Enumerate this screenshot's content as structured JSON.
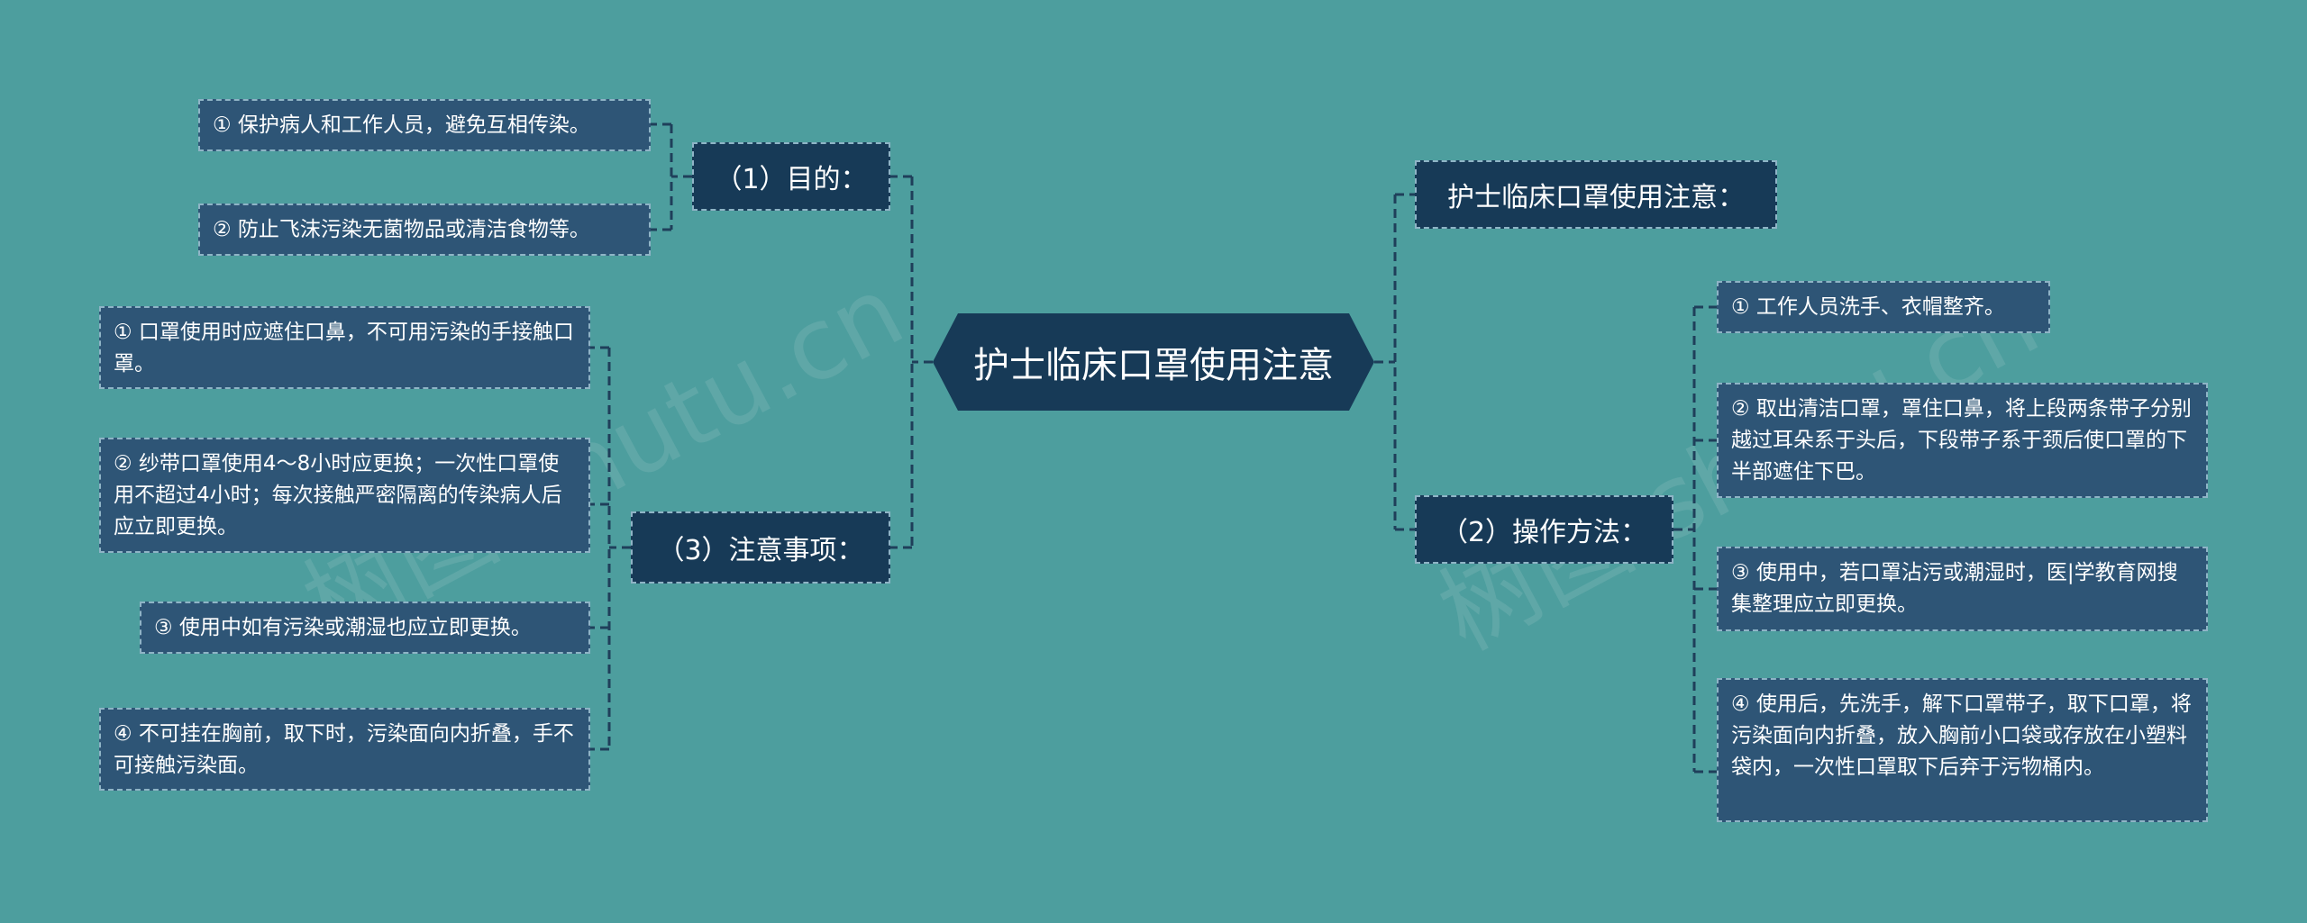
{
  "central": {
    "title": "护士临床口罩使用注意"
  },
  "left_branches": [
    {
      "label": "（1）目的：",
      "items": [
        "① 保护病人和工作人员，避免互相传染。",
        "② 防止飞沫污染无菌物品或清洁食物等。"
      ]
    },
    {
      "label": "（3）注意事项：",
      "items": [
        "① 口罩使用时应遮住口鼻，不可用污染的手接触口罩。",
        "② 纱带口罩使用4～8小时应更换；一次性口罩使用不超过4小时；每次接触严密隔离的传染病人后应立即更换。",
        "③ 使用中如有污染或潮湿也应立即更换。",
        "④ 不可挂在胸前，取下时，污染面向内折叠，手不可接触污染面。"
      ]
    }
  ],
  "right_branches": [
    {
      "label": "护士临床口罩使用注意："
    },
    {
      "label": "（2）操作方法：",
      "items": [
        "① 工作人员洗手、衣帽整齐。",
        "② 取出清洁口罩，罩住口鼻，将上段两条带子分别越过耳朵系于头后，下段带子系于颈后使口罩的下半部遮住下巴。",
        "③ 使用中，若口罩沾污或潮湿时，医|学教育网搜集整理应立即更换。",
        "④ 使用后，先洗手，解下口罩带子，取下口罩，将污染面向内折叠，放入胸前小口袋或存放在小塑料袋内，一次性口罩取下后弃于污物桶内。"
      ]
    }
  ],
  "watermarks": [
    "树图 shutu.cn",
    "树图 shutu.cn"
  ],
  "colors": {
    "background": "#4d9e9e",
    "central": "#173a57",
    "branch": "#173a57",
    "leaf": "#2e5576",
    "connector": "#1f3f5a"
  }
}
